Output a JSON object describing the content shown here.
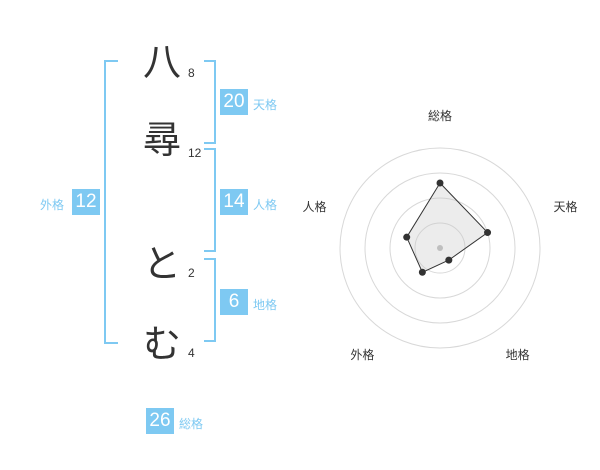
{
  "name": {
    "chars": [
      {
        "char": "八",
        "strokes": "8"
      },
      {
        "char": "尋",
        "strokes": "12"
      },
      {
        "char": "と",
        "strokes": "2"
      },
      {
        "char": "む",
        "strokes": "4"
      }
    ]
  },
  "kakusu": {
    "tenkaku": {
      "value": "20",
      "label": "天格"
    },
    "jinkaku": {
      "value": "14",
      "label": "人格"
    },
    "chikaku": {
      "value": "6",
      "label": "地格"
    },
    "gaikaku": {
      "value": "12",
      "label": "外格"
    },
    "soukaku": {
      "value": "26",
      "label": "総格"
    }
  },
  "chart_data": {
    "type": "radar",
    "axes": [
      "総格",
      "天格",
      "地格",
      "外格",
      "人格"
    ],
    "values": [
      26,
      20,
      6,
      12,
      14
    ],
    "accent": "#7ec9f2",
    "grid": true
  }
}
